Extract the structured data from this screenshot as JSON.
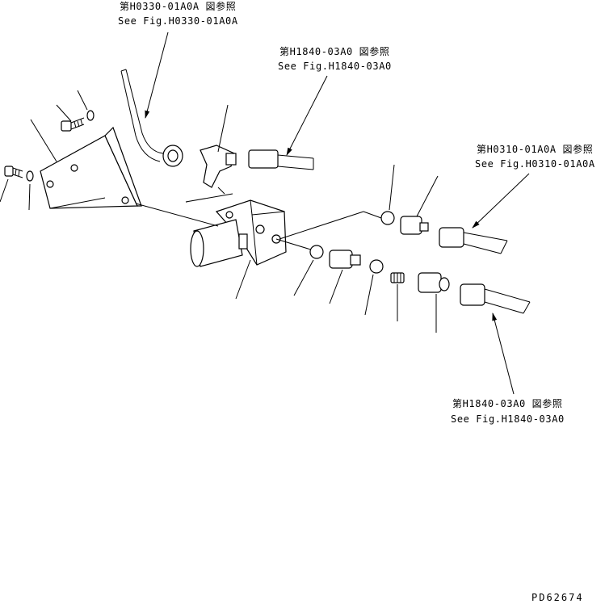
{
  "references": [
    {
      "jp": "第H0330-01A0A 図参照",
      "en": "See Fig.H0330-01A0A"
    },
    {
      "jp": "第H1840-03A0 図参照",
      "en": "See Fig.H1840-03A0"
    },
    {
      "jp": "第H0310-01A0A 図参照",
      "en": "See Fig.H0310-01A0A"
    },
    {
      "jp": "第H1840-03A0 図参照",
      "en": "See Fig.H1840-03A0"
    }
  ],
  "drawing_code": "PD62674"
}
